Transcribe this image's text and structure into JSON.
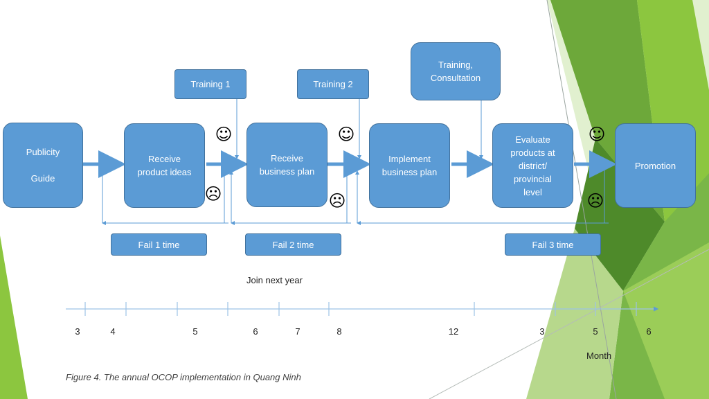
{
  "colors": {
    "box_fill": "#5b9bd5",
    "box_border": "#41719c",
    "connector": "#5b9bd5",
    "timeline": "#9dc3e6",
    "accent_green": "#8cc63f",
    "accent_dark_green": "#4e8a2a"
  },
  "stages": {
    "publicity": "Publicity\n\nGuide",
    "receive_ideas": "Receive\nproduct ideas",
    "receive_plan": "Receive\nbusiness plan",
    "implement": "Implement\nbusiness plan",
    "evaluate": "Evaluate\nproducts at\ndistrict/\nprovincial\nlevel",
    "promotion": "Promotion"
  },
  "support": {
    "training1": "Training 1",
    "training2": "Training 2",
    "training_consult": "Training,\nConsultation"
  },
  "failures": {
    "fail1": "Fail 1 time",
    "fail2": "Fail 2 time",
    "fail3": "Fail 3 time"
  },
  "faces": {
    "happy": "☺",
    "sad": "☹"
  },
  "join_next_year": "Join next year",
  "timeline": {
    "months": [
      "3",
      "4",
      "5",
      "6",
      "7",
      "8",
      "12",
      "3",
      "5",
      "6"
    ],
    "unit_label": "Month"
  },
  "caption": "Figure 4. The annual OCOP implementation in Quang Ninh"
}
